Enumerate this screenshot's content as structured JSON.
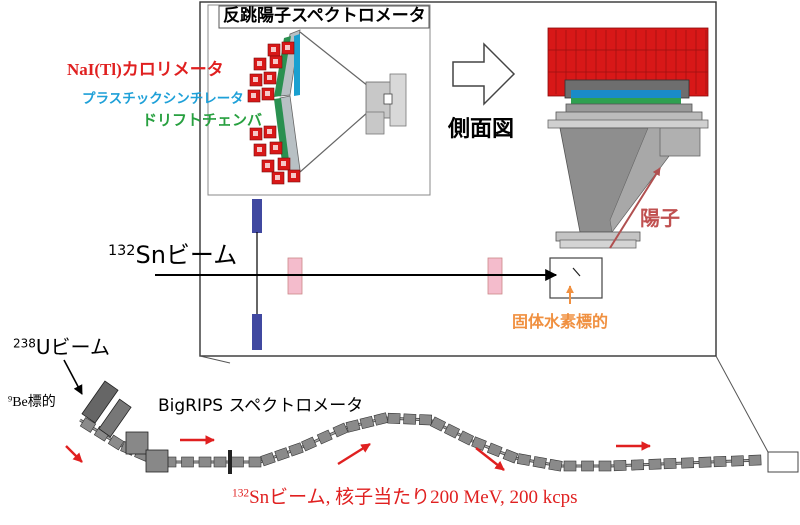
{
  "labels": {
    "inset_title": "反跳陽子スペクトロメータ",
    "nai": "NaI(Tl)カロリメータ",
    "plastic": "プラスチックシンチレータ",
    "drift": "ドリフトチェンバ",
    "side_view": "側面図",
    "proton": "陽子",
    "target": "固体水素標的",
    "sn_beam_mass": "132",
    "sn_beam_name": "Snビーム",
    "u_beam_mass": "238",
    "u_beam_name": "Uビーム",
    "be_mass": "9",
    "be_name": "Be標的",
    "bigrips": "BigRIPS スペクトロメータ",
    "bottom_mass": "132",
    "bottom_text": "Snビーム, 核子当たり200 MeV, 200 kcps"
  },
  "colors": {
    "red_label": "#e02020",
    "blue_label": "#1ea0d8",
    "green_label": "#28a040",
    "proton_label": "#c05050",
    "target_label": "#f09040",
    "detector_blue": "#4048a0",
    "detector_pink": "#f4bccc",
    "calorimeter_red": "#d81818"
  }
}
